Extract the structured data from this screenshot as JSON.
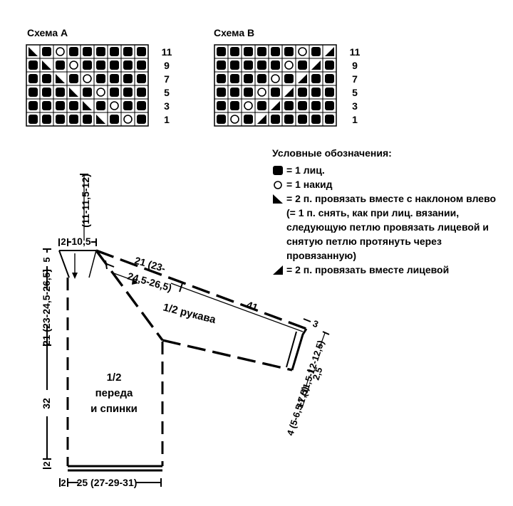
{
  "scheme_a": {
    "title": "Схема А",
    "row_numbers": [
      "11",
      "9",
      "7",
      "5",
      "3",
      "1"
    ],
    "grid": [
      [
        "L",
        "K",
        "O",
        "K",
        "K",
        "K",
        "K",
        "K",
        "K"
      ],
      [
        "K",
        "L",
        "K",
        "O",
        "K",
        "K",
        "K",
        "K",
        "K"
      ],
      [
        "K",
        "K",
        "L",
        "K",
        "O",
        "K",
        "K",
        "K",
        "K"
      ],
      [
        "K",
        "K",
        "K",
        "L",
        "K",
        "O",
        "K",
        "K",
        "K"
      ],
      [
        "K",
        "K",
        "K",
        "K",
        "L",
        "K",
        "O",
        "K",
        "K"
      ],
      [
        "K",
        "K",
        "K",
        "K",
        "K",
        "L",
        "K",
        "O",
        "K"
      ]
    ]
  },
  "scheme_b": {
    "title": "Схема В",
    "row_numbers": [
      "11",
      "9",
      "7",
      "5",
      "3",
      "1"
    ],
    "grid": [
      [
        "K",
        "K",
        "K",
        "K",
        "K",
        "K",
        "O",
        "K",
        "R"
      ],
      [
        "K",
        "K",
        "K",
        "K",
        "K",
        "O",
        "K",
        "R",
        "K"
      ],
      [
        "K",
        "K",
        "K",
        "K",
        "O",
        "K",
        "R",
        "K",
        "K"
      ],
      [
        "K",
        "K",
        "K",
        "O",
        "K",
        "R",
        "K",
        "K",
        "K"
      ],
      [
        "K",
        "K",
        "O",
        "K",
        "R",
        "K",
        "K",
        "K",
        "K"
      ],
      [
        "K",
        "O",
        "K",
        "R",
        "K",
        "K",
        "K",
        "K",
        "K"
      ]
    ]
  },
  "legend": {
    "title": "Условные обозначения:",
    "knit": "= 1 лиц.",
    "yarn_over": "= 1 накид",
    "left_decrease": "= 2 п. провязать вместе с наклоном влево (= 1 п. снять, как при лиц. вязании, следующую петлю провязать лицевой и снятую петлю протянуть через провязанную)",
    "right_decrease": "= 2 п. провязать вместе лицевой"
  },
  "pattern": {
    "top_width": "(11-11,5-12)",
    "neck_top": "10,5",
    "left_edge_top": "2",
    "shoulder_height": "5",
    "armhole_height": "21 (23-24,5-26,5)",
    "body_height": "32",
    "hem_height": "2",
    "bottom_edge": "2",
    "bottom_width": "25 (27-29-31)",
    "body_label_line1": "1/2",
    "body_label_line2": "переда",
    "body_label_line3": "и спинки",
    "raglan_top": "21 (23-",
    "raglan_top2": "24,5-26,5)",
    "sleeve_label": "1/2 рукава",
    "sleeve_length": "41",
    "cuff_top": "3",
    "cuff_width": "11 (11,5-12-12,5)",
    "cuff_depth": "2,5",
    "cuff_band": "4 (5-6,5-7,5)"
  }
}
